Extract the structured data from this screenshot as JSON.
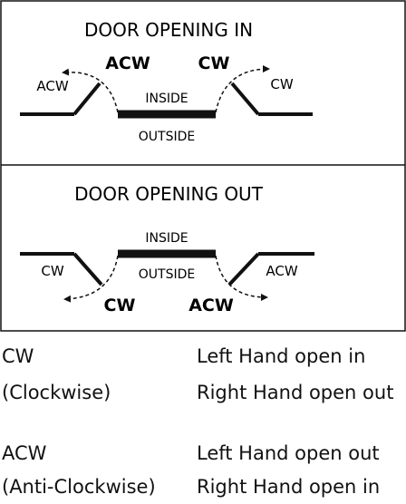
{
  "top_panel": {
    "title": "DOOR OPENING IN",
    "left_outer_label": "ACW",
    "left_inner_label": "ACW",
    "right_inner_label": "CW",
    "right_outer_label": "CW",
    "inside_label": "INSIDE",
    "outside_label": "OUTSIDE"
  },
  "bottom_panel": {
    "title": "DOOR OPENING OUT",
    "inside_label": "INSIDE",
    "outside_label": "OUTSIDE",
    "left_outer_label": "CW",
    "left_inner_label": "CW",
    "right_inner_label": "ACW",
    "right_outer_label": "ACW"
  },
  "legend": {
    "cw_term": "CW",
    "cw_desc": "(Clockwise)",
    "cw_line1": "Left Hand open in",
    "cw_line2": "Right Hand open out",
    "acw_term": "ACW",
    "acw_desc": "(Anti-Clockwise)",
    "acw_line1": "Left Hand open out",
    "acw_line2": "Right Hand open in"
  },
  "colors": {
    "line": "#111111",
    "background": "#ffffff"
  }
}
